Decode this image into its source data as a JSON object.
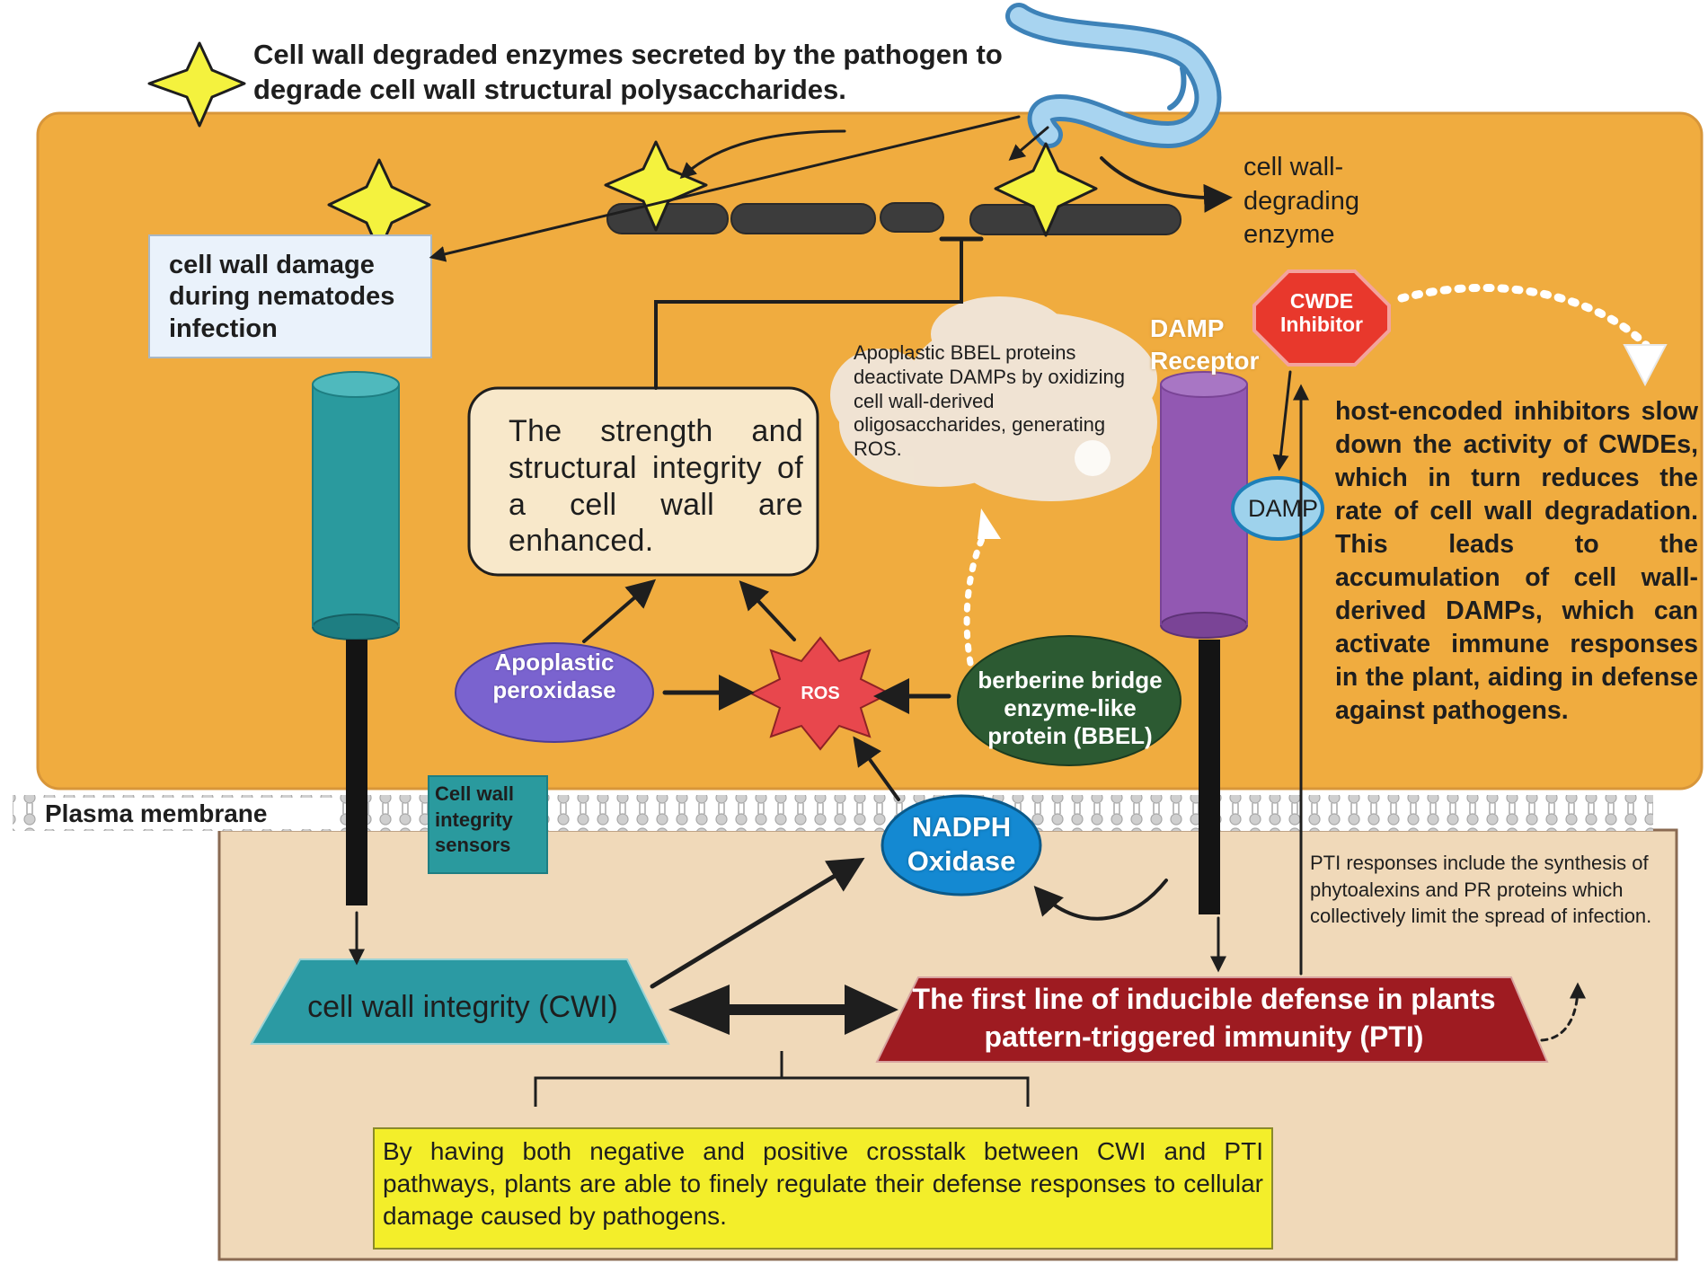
{
  "colors": {
    "apoplast": "#f0ac3f",
    "cytoplasm": "#f0d9b9",
    "star": "#f4f23e",
    "cwi_sensor": "#2a9a9e",
    "damp_receptor": "#9258b2",
    "peroxidase": "#7a63cf",
    "bbel": "#2c5a32",
    "ros": "#e8474d",
    "nadph": "#1489d2",
    "cwde_inhibitor": "#e8382c",
    "pti": "#9e1b21",
    "cwi": "#2b9aa3",
    "crosstalk_box": "#f3ee2a"
  },
  "labels": {
    "star_legend": "Cell wall degraded enzymes secreted by the pathogen to degrade cell wall structural polysaccharides.",
    "cell_wall_damage": "cell wall damage during nematodes infection",
    "cwde": "cell wall-degrading enzyme",
    "damp_receptor": "DAMP Receptor",
    "cwde_inhibitor": "CWDE Inhibitor",
    "host_inhibitors": "host-encoded inhibitors slow down the activity of CWDEs, which in turn reduces the rate of cell wall degradation. This leads to the accumulation of cell wall-derived DAMPs, which can activate immune responses in the plant, aiding in defense against pathogens.",
    "bbel_cloud": "Apoplastic BBEL proteins deactivate DAMPs by oxidizing cell wall-derived oligosaccharides, generating ROS.",
    "strength": "The strength and structural integrity of a cell wall are enhanced.",
    "damp": "DAMP",
    "peroxidase": "Apoplastic peroxidase",
    "ros": "ROS",
    "bbel": "berberine bridge enzyme-like protein (BBEL)",
    "plasma_membrane": "Plasma membrane",
    "cwi_sensors": "Cell wall integrity sensors",
    "nadph": "NADPH Oxidase",
    "pti_responses": "PTI responses include the synthesis of phytoalexins and PR proteins which collectively limit the spread of infection.",
    "cwi": "cell wall integrity (CWI)",
    "pti": "The first line of inducible defense in plants pattern-triggered immunity (PTI)",
    "crosstalk": "By having both negative and positive crosstalk between CWI and PTI pathways, plants are able to finely regulate their defense responses to cellular damage caused by pathogens."
  }
}
